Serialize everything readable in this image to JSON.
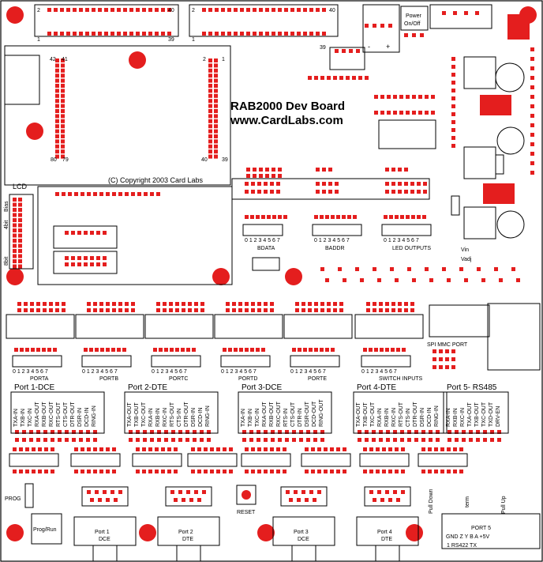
{
  "board": {
    "title": "RAB2000 Dev Board",
    "website": "www.CardLabs.com",
    "copyright": "(C) Copyright 2003 Card Labs",
    "colors": {
      "pad": "#e41e1e",
      "silk": "#000000",
      "background": "#ffffff"
    }
  },
  "header_top": {
    "pin_tl": "2",
    "pin_tr": "40",
    "pin_bl": "1",
    "pin_br": "39"
  },
  "header_top2": {
    "pin_tl": "2",
    "pin_tr": "40",
    "pin_bl": "1",
    "pin_br": "39"
  },
  "module": {
    "pin_42": "42",
    "pin_41": "41",
    "pin_2": "2",
    "pin_1": "1",
    "pin_80": "80",
    "pin_79": "79",
    "pin_40": "40",
    "pin_39": "39"
  },
  "power": {
    "label1": "Power",
    "label2": "On/Off",
    "minus": "-",
    "plus": "+",
    "vin": "Vin",
    "vadj": "Vadj"
  },
  "lcd": {
    "label": "LCD",
    "bias": "Bias",
    "mode4": "4bit",
    "mode8": "8bit"
  },
  "bus": {
    "digits": "0 1 2 3 4 5 6 7",
    "bdata": "BDATA",
    "baddr": "BADDR",
    "led": "LED OUTPUTS"
  },
  "io_ports": [
    {
      "digits": "0 1 2 3 4 5 6 7",
      "name": "PORTA"
    },
    {
      "digits": "0 1 2 3 4 5 6 7",
      "name": "PORTB"
    },
    {
      "digits": "0 1 2 3 4 5 6 7",
      "name": "PORTC"
    },
    {
      "digits": "0 1 2 3 4 5 6 7",
      "name": "PORTD"
    },
    {
      "digits": "0 1 2 3 4 5 6 7",
      "name": "PORTE"
    },
    {
      "digits": "0 1 2 3 4 5 6 7",
      "name": "SWITCH INPUTS"
    }
  ],
  "spi_label": "SPI MMC PORT",
  "serial_ports": [
    {
      "name": "Port 1-DCE",
      "signals": [
        "TXA-IN",
        "TXB-IN",
        "TXC-IN",
        "RXA-OUT",
        "RXB-OUT",
        "RXC-OUT",
        "RTS-OUT",
        "CTS-OUT",
        "DTR-OUT",
        "DSR-IN",
        "DCD-IN",
        "RING-IN"
      ]
    },
    {
      "name": "Port 2-DTE",
      "signals": [
        "TXA-OUT",
        "TXB-OUT",
        "TXC-OUT",
        "RXA-IN",
        "RXB-IN",
        "RXC-IN",
        "RTS-OUT",
        "CTS-IN",
        "DTR-OUT",
        "DSR-IN",
        "DCD-IN",
        "RING-IN"
      ]
    },
    {
      "name": "Port 3-DCE",
      "signals": [
        "TXA-IN",
        "TXB-IN",
        "TXC-IN",
        "RXA-OUT",
        "RXB-OUT",
        "RXC-OUT",
        "RTS-IN",
        "CTS-OUT",
        "DTR-IN",
        "DSR-OUT",
        "DCD-OUT",
        "RING-OUT"
      ]
    },
    {
      "name": "Port 4-DTE",
      "signals": [
        "TXA-OUT",
        "TXB-OUT",
        "TXC-OUT",
        "RXA-IN",
        "RXB-IN",
        "RXC-IN",
        "RTS-OUT",
        "CTS-IN",
        "DTR-OUT",
        "DSR-IN",
        "DCD-IN",
        "RING-IN"
      ]
    },
    {
      "name": "Port 5- RS485",
      "signals": [
        "RXA-IN",
        "RXB-IN",
        "RXC-IN",
        "TXA-OUT",
        "TXB-OUT",
        "TXC-OUT",
        "TXD-OUT",
        "DRV-EN"
      ]
    }
  ],
  "db9": [
    {
      "line1": "Port 1",
      "line2": "DCE"
    },
    {
      "line1": "Port 2",
      "line2": "DTE"
    },
    {
      "line1": "Port 3",
      "line2": "DCE"
    },
    {
      "line1": "Port 4",
      "line2": "DTE"
    }
  ],
  "controls": {
    "prog": "PROG",
    "prog_run": "Prog/Run",
    "reset": "RESET"
  },
  "rs422": {
    "pull_down": "Pull Down",
    "term": "term",
    "pull_up": "Pull Up",
    "port5": "PORT 5",
    "pins": "GND  Z   Y   B   A  +5V",
    "label": "1  RS422  TX"
  }
}
